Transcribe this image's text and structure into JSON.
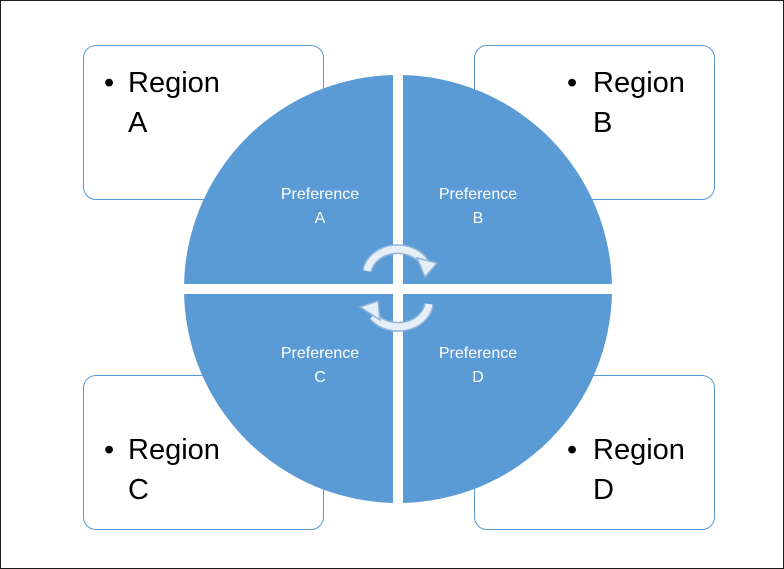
{
  "regions": {
    "a": {
      "bullet": "•",
      "line1": "Region",
      "line2": "A"
    },
    "b": {
      "bullet": "•",
      "line1": "Region",
      "line2": "B"
    },
    "c": {
      "bullet": "•",
      "line1": "Region",
      "line2": "C"
    },
    "d": {
      "bullet": "•",
      "line1": "Region",
      "line2": "D"
    }
  },
  "preferences": {
    "a": {
      "line1": "Preference",
      "line2": "A"
    },
    "b": {
      "line1": "Preference",
      "line2": "B"
    },
    "c": {
      "line1": "Preference",
      "line2": "C"
    },
    "d": {
      "line1": "Preference",
      "line2": "D"
    }
  },
  "colors": {
    "wheel_fill": "#5b9bd5",
    "box_border": "#5b9bd5",
    "arrow_fill": "#dce9f5"
  },
  "icons": {
    "center": "circular-arrows-icon"
  }
}
